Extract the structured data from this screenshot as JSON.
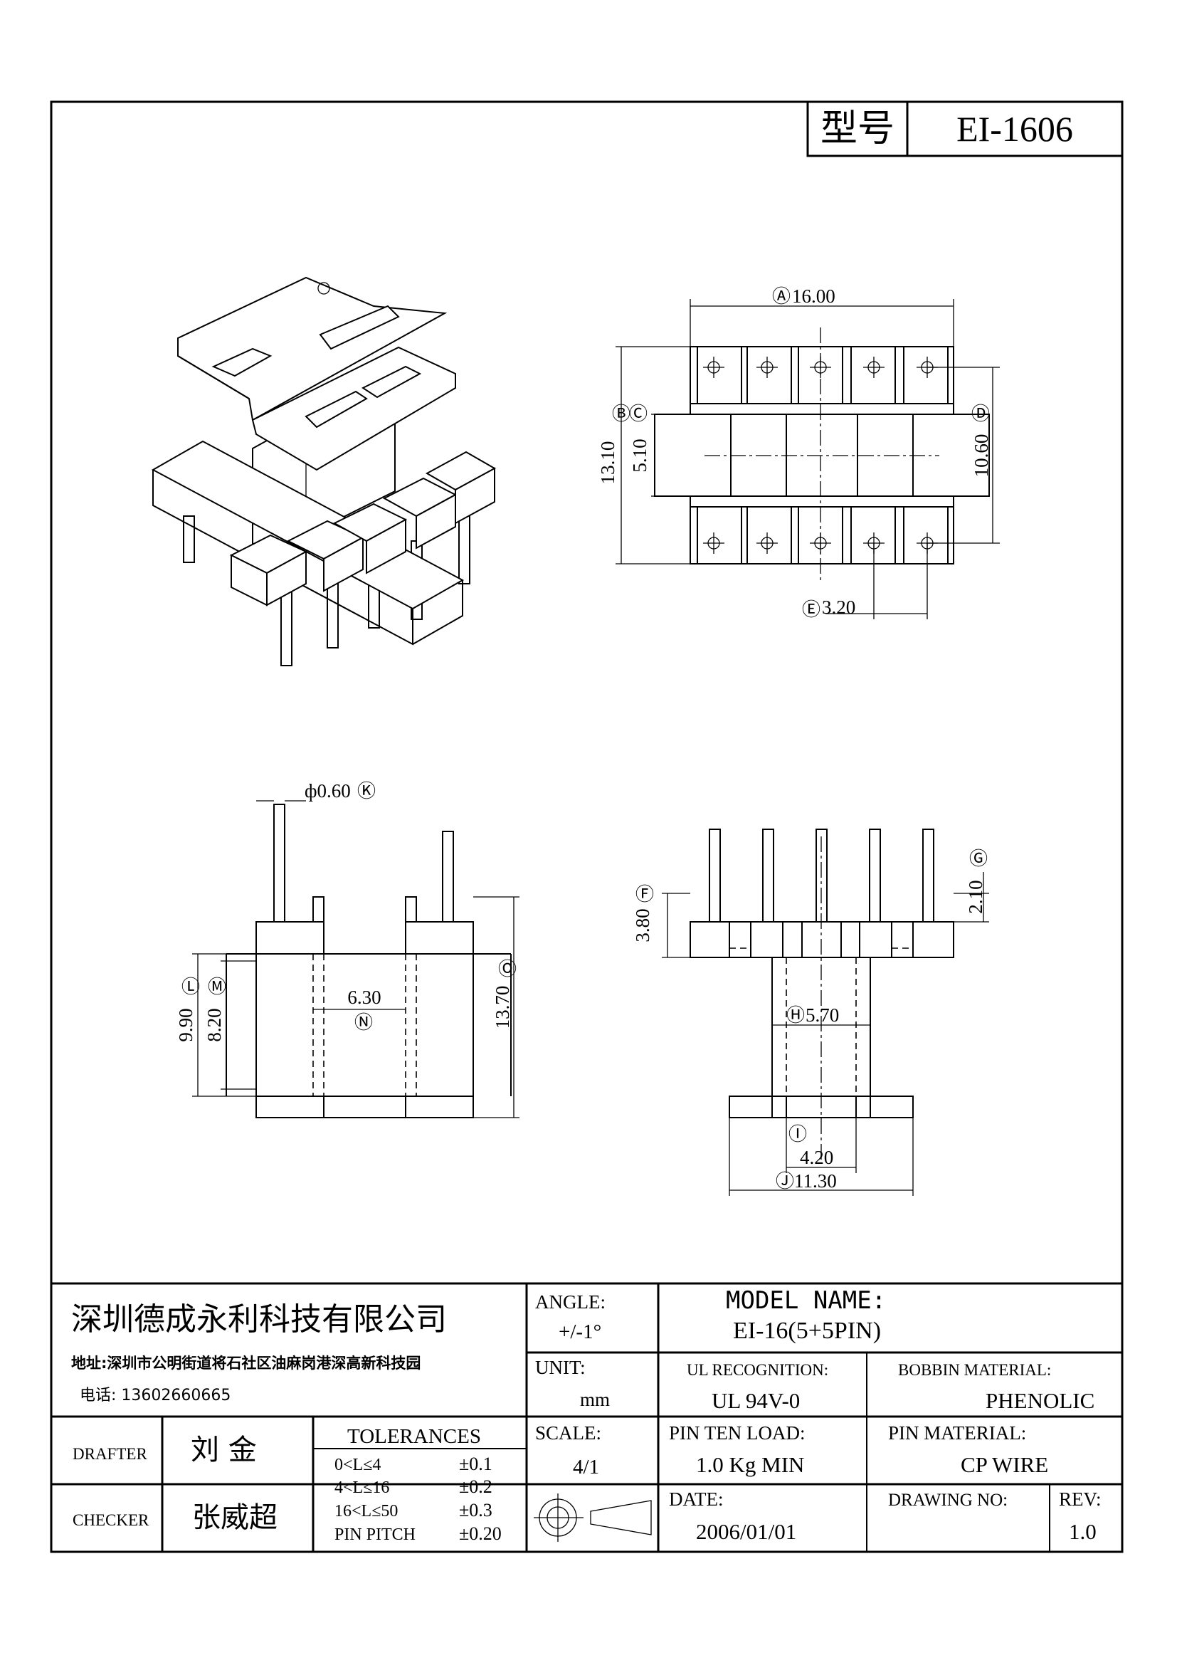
{
  "header": {
    "model_label": "型号",
    "model_value": "EI-1606"
  },
  "dimensions": {
    "a": "16.00",
    "b": "13.10",
    "c": "5.10",
    "d": "10.60",
    "e": "3.20",
    "k": "ф0.60",
    "l": "9.90",
    "m": "8.20",
    "n": "6.30",
    "o": "13.70",
    "f": "3.80",
    "g": "2.10",
    "h": "5.70",
    "i": "4.20",
    "j": "11.30"
  },
  "markers": {
    "a": "Ⓐ",
    "b": "Ⓑ",
    "c": "Ⓒ",
    "d": "Ⓓ",
    "e": "Ⓔ",
    "f": "Ⓕ",
    "g": "Ⓖ",
    "h": "Ⓗ",
    "i": "Ⓘ",
    "j": "Ⓙ",
    "k": "Ⓚ",
    "l": "Ⓛ",
    "m": "Ⓜ",
    "n": "Ⓝ",
    "o": "Ⓞ"
  },
  "title_block": {
    "company": "深圳德成永利科技有限公司",
    "address": "地址:深圳市公明街道将石社区油麻岗港深高新科技园",
    "phone": "电话: 13602660665",
    "drafter_label": "DRAFTER",
    "drafter_name": "刘  金",
    "checker_label": "CHECKER",
    "checker_name": "张威超",
    "tolerances_title": "TOLERANCES",
    "tolerances": [
      {
        "range": "0<L≤4",
        "value": "±0.1"
      },
      {
        "range": "4<L≤16",
        "value": "±0.2"
      },
      {
        "range": "16<L≤50",
        "value": "±0.3"
      },
      {
        "range": "PIN PITCH",
        "value": "±0.20"
      }
    ],
    "angle_label": "ANGLE:",
    "angle_value": "+/-1°",
    "unit_label": "UNIT:",
    "unit_value": "mm",
    "scale_label": "SCALE:",
    "scale_value": "4/1",
    "model_name_label": "MODEL NAME:",
    "model_name_value": "EI-16(5+5PIN)",
    "ul_label": "UL RECOGNITION:",
    "ul_value": "UL 94V-0",
    "bobbin_label": "BOBBIN MATERIAL:",
    "bobbin_value": "PHENOLIC",
    "pin_load_label": "PIN TEN LOAD:",
    "pin_load_value": "1.0 Kg MIN",
    "pin_material_label": "PIN MATERIAL:",
    "pin_material_value": "CP WIRE",
    "date_label": "DATE:",
    "date_value": "2006/01/01",
    "drawing_no_label": "DRAWING NO:",
    "drawing_no_value": "",
    "rev_label": "REV:",
    "rev_value": "1.0"
  }
}
